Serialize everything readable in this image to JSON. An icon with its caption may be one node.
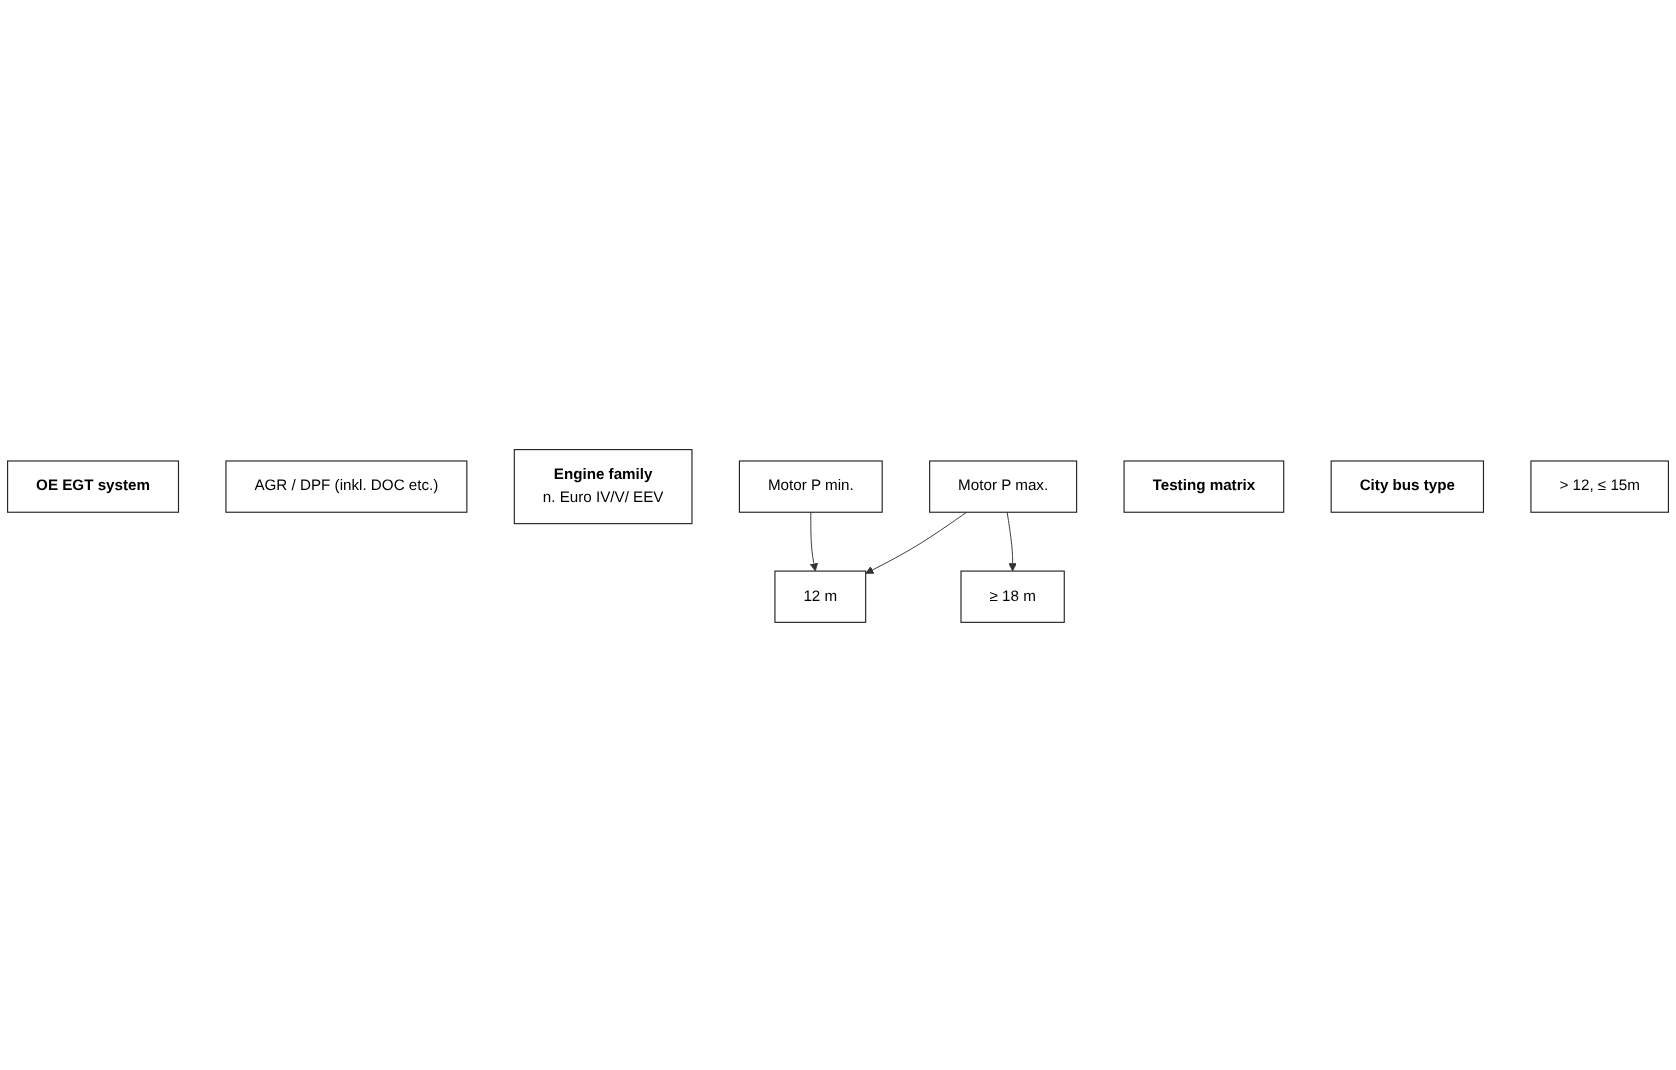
{
  "diagram": {
    "nodes": [
      {
        "text": [
          "OE EGT system"
        ]
      },
      {
        "text": [
          "AGR / DPF (inkl. DOC etc.)"
        ]
      },
      {
        "text": [
          "Engine family",
          "n. Euro IV/V/ EEV"
        ]
      },
      {
        "text": [
          "Motor P max."
        ]
      },
      {
        "text": [
          "Motor P min."
        ]
      },
      {
        "text": [
          "Testing matrix"
        ]
      },
      {
        "text": [
          "City bus type"
        ]
      },
      {
        "text": [
          "12 m"
        ]
      },
      {
        "text": [
          "> 12, ≤ 15m"
        ]
      },
      {
        "text": [
          "≥  18 m"
        ]
      }
    ],
    "edges": [
      {
        "from": 3,
        "to": 7,
        "arrow": "to"
      },
      {
        "from": 3,
        "to": 9,
        "arrow": "to"
      },
      {
        "from": 4,
        "to": 7,
        "arrow": "to"
      }
    ]
  }
}
